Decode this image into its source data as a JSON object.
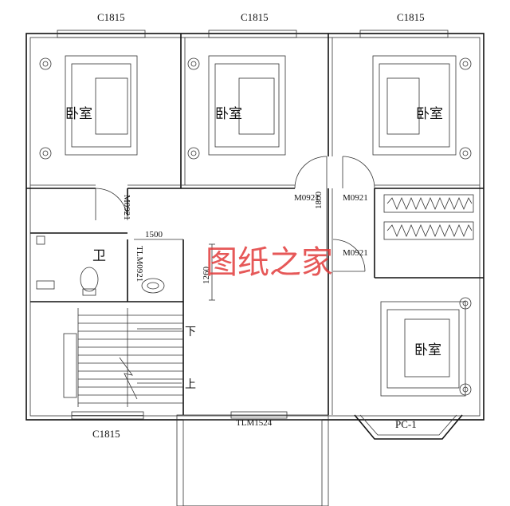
{
  "window_labels": {
    "top_left": "C1815",
    "top_mid": "C1815",
    "top_right": "C1815",
    "bottom_left": "C1815",
    "bay": "PC-1"
  },
  "door_labels": {
    "m_left_vertical": "M0921",
    "m_center_left": "M0921",
    "m_center_right": "M0921",
    "m_lower_right": "M0921",
    "tlm_bath": "TLM0921",
    "tlm_balcony": "TLM1524"
  },
  "dimensions": {
    "d1500": "1500",
    "d1800": "1800",
    "d1260": "1260"
  },
  "rooms": {
    "bedroom_1": "卧室",
    "bedroom_2": "卧室",
    "bedroom_3": "卧室",
    "bedroom_4": "卧室",
    "bathroom": "卫"
  },
  "stairs": {
    "down": "下",
    "up": "上"
  },
  "watermark": "图纸之家"
}
